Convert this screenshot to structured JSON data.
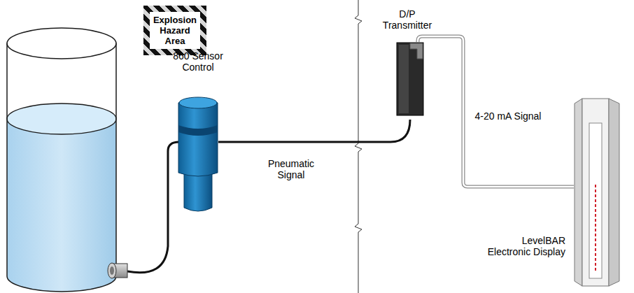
{
  "diagram": {
    "nodes": [
      {
        "text": [
          "Explosion Hazard Area"
        ]
      },
      {
        "text": [
          "860 Sensor Control"
        ]
      },
      {
        "text": [
          "D/P Transmitter"
        ]
      },
      {
        "text": [
          "LevelBAR Electronic Display"
        ]
      }
    ],
    "edges": [
      {
        "from": 1,
        "to": 2,
        "label": "Pneumatic Signal",
        "arrow": "none"
      },
      {
        "from": 2,
        "to": 3,
        "label": "4-20 mA Signal",
        "arrow": "none"
      }
    ]
  }
}
